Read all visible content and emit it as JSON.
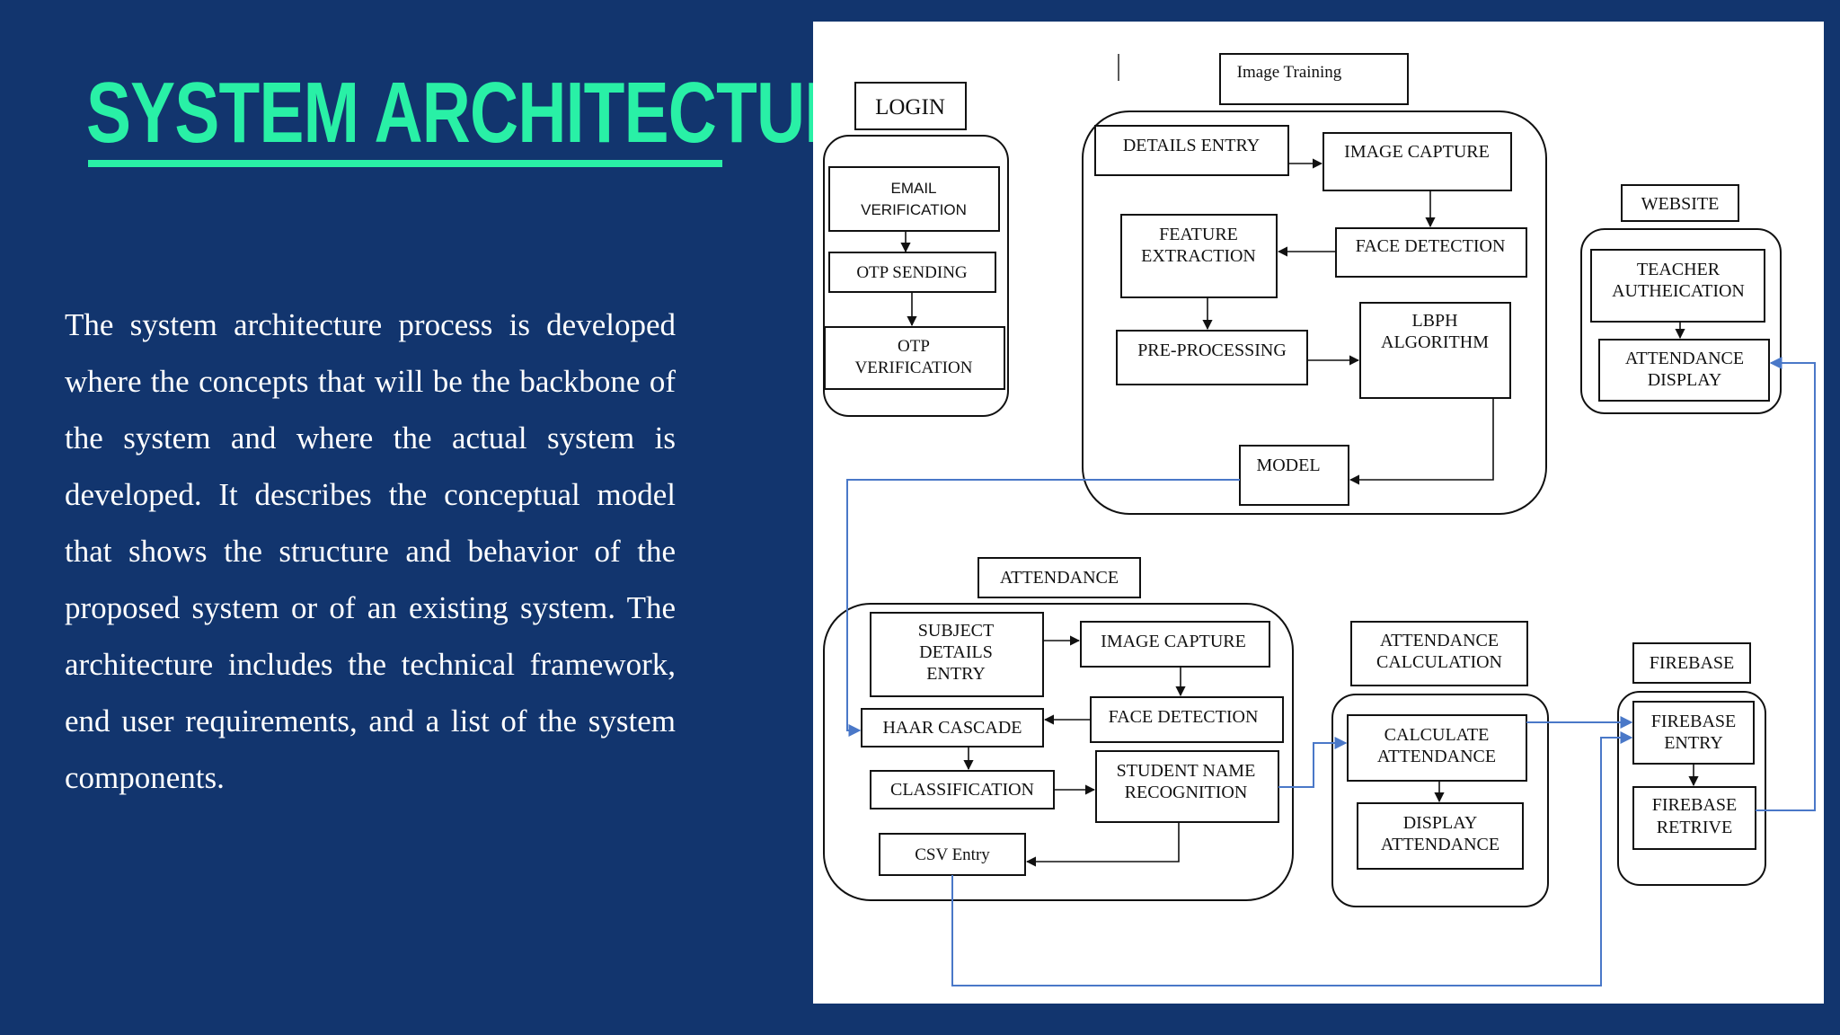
{
  "slide": {
    "title": "SYSTEM ARCHITECTURE",
    "description": "The system architecture process is developed where the concepts that will be the backbone of the system and where the actual system is developed. It describes the conceptual model that shows the structure and behavior of the proposed system or of an existing system. The architecture includes the technical framework, end user requirements, and a list of the system components."
  },
  "diagram": {
    "login": {
      "title": "LOGIN",
      "email_verification": [
        "EMAIL",
        "VERIFICATION"
      ],
      "otp_sending": "OTP SENDING",
      "otp_verification": [
        "OTP",
        "VERIFICATION"
      ]
    },
    "image_training": {
      "title": "Image Training",
      "details_entry": "DETAILS ENTRY",
      "image_capture": "IMAGE CAPTURE",
      "face_detection": "FACE DETECTION",
      "feature_extraction": [
        "FEATURE",
        "EXTRACTION"
      ],
      "pre_processing": "PRE-PROCESSING",
      "lbph_algorithm": [
        "LBPH",
        "ALGORITHM"
      ],
      "model": "MODEL"
    },
    "website": {
      "title": "WEBSITE",
      "teacher_authentication": [
        "TEACHER",
        "AUTHEICATION"
      ],
      "attendance_display": [
        "ATTENDANCE",
        "DISPLAY"
      ]
    },
    "attendance": {
      "title": "ATTENDANCE",
      "subject_details_entry": [
        "SUBJECT",
        "DETAILS",
        "ENTRY"
      ],
      "image_capture": "IMAGE CAPTURE",
      "face_detection": "FACE DETECTION",
      "haar_cascade": "HAAR CASCADE",
      "classification": "CLASSIFICATION",
      "student_name_recognition": [
        "STUDENT NAME",
        "RECOGNITION"
      ],
      "csv_entry": "CSV Entry"
    },
    "attendance_calculation": {
      "title": [
        "ATTENDANCE",
        "CALCULATION"
      ],
      "calculate_attendance": [
        "CALCULATE",
        "ATTENDANCE"
      ],
      "display_attendance": [
        "DISPLAY",
        "ATTENDANCE"
      ]
    },
    "firebase": {
      "title": "FIREBASE",
      "firebase_entry": [
        "FIREBASE",
        "ENTRY"
      ],
      "firebase_retrive": [
        "FIREBASE",
        "RETRIVE"
      ]
    },
    "colors": {
      "background": "#12356e",
      "title": "#29f0a6",
      "connector_blue": "#4a78c8"
    }
  }
}
